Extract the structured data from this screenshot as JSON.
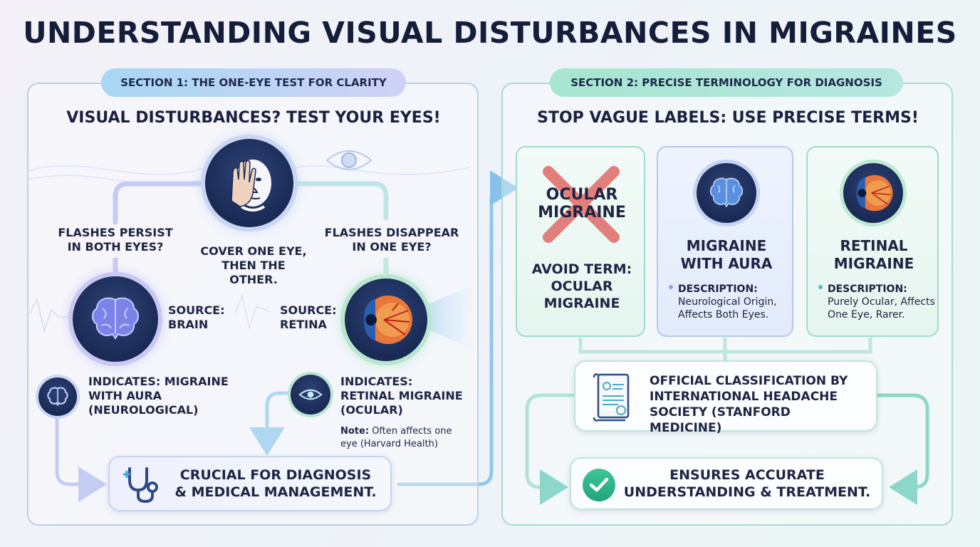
{
  "title": "UNDERSTANDING VISUAL DISTURBANCES IN MIGRAINES",
  "section1": {
    "pill": "SECTION 1: THE ONE-EYE TEST FOR CLARITY",
    "heading": "VISUAL DISTURBANCES? TEST YOUR EYES!",
    "cover_text": "COVER ONE EYE, THEN THE OTHER.",
    "left_question": "FLASHES PERSIST IN BOTH EYES?",
    "right_question": "FLASHES DISAPPEAR IN ONE EYE?",
    "source_brain": "SOURCE: BRAIN",
    "source_retina": "SOURCE: RETINA",
    "indicates_left": "INDICATES: MIGRAINE WITH AURA (NEUROLOGICAL)",
    "indicates_right": "INDICATES: RETINAL MIGRAINE (OCULAR)",
    "note_label": "Note:",
    "note_text": "Often affects one eye (Harvard Health)",
    "crucial": "CRUCIAL FOR DIAGNOSIS & MEDICAL MANAGEMENT."
  },
  "section2": {
    "pill": "SECTION 2: PRECISE TERMINOLOGY FOR DIAGNOSIS",
    "heading": "STOP VAGUE LABELS: USE PRECISE TERMS!",
    "card1_crossed": "OCULAR MIGRAINE",
    "card1_caption": "AVOID TERM: OCULAR MIGRAINE",
    "card2_title": "MIGRAINE WITH AURA",
    "card2_desc_label": "DESCRIPTION:",
    "card2_desc": "Neurological Origin, Affects Both Eyes.",
    "card3_title": "RETINAL MIGRAINE",
    "card3_desc_label": "DESCRIPTION:",
    "card3_desc": "Purely Ocular, Affects One Eye, Rarer.",
    "official": "OFFICIAL CLASSIFICATION BY INTERNATIONAL HEADACHE SOCIETY (STANFORD MEDICINE)",
    "ensures": "ENSURES ACCURATE UNDERSTANDING & TREATMENT."
  },
  "icons": [
    "face-covering-eye-icon",
    "eye-icon",
    "brain-icon",
    "retina-icon",
    "stethoscope-icon",
    "document-scroll-icon",
    "checkmark-icon",
    "cross-icon"
  ],
  "colors": {
    "left_accent": "#9aa8ee",
    "right_accent": "#7fd4bf",
    "cross": "#e05a5a",
    "check": "#2bb58a"
  }
}
